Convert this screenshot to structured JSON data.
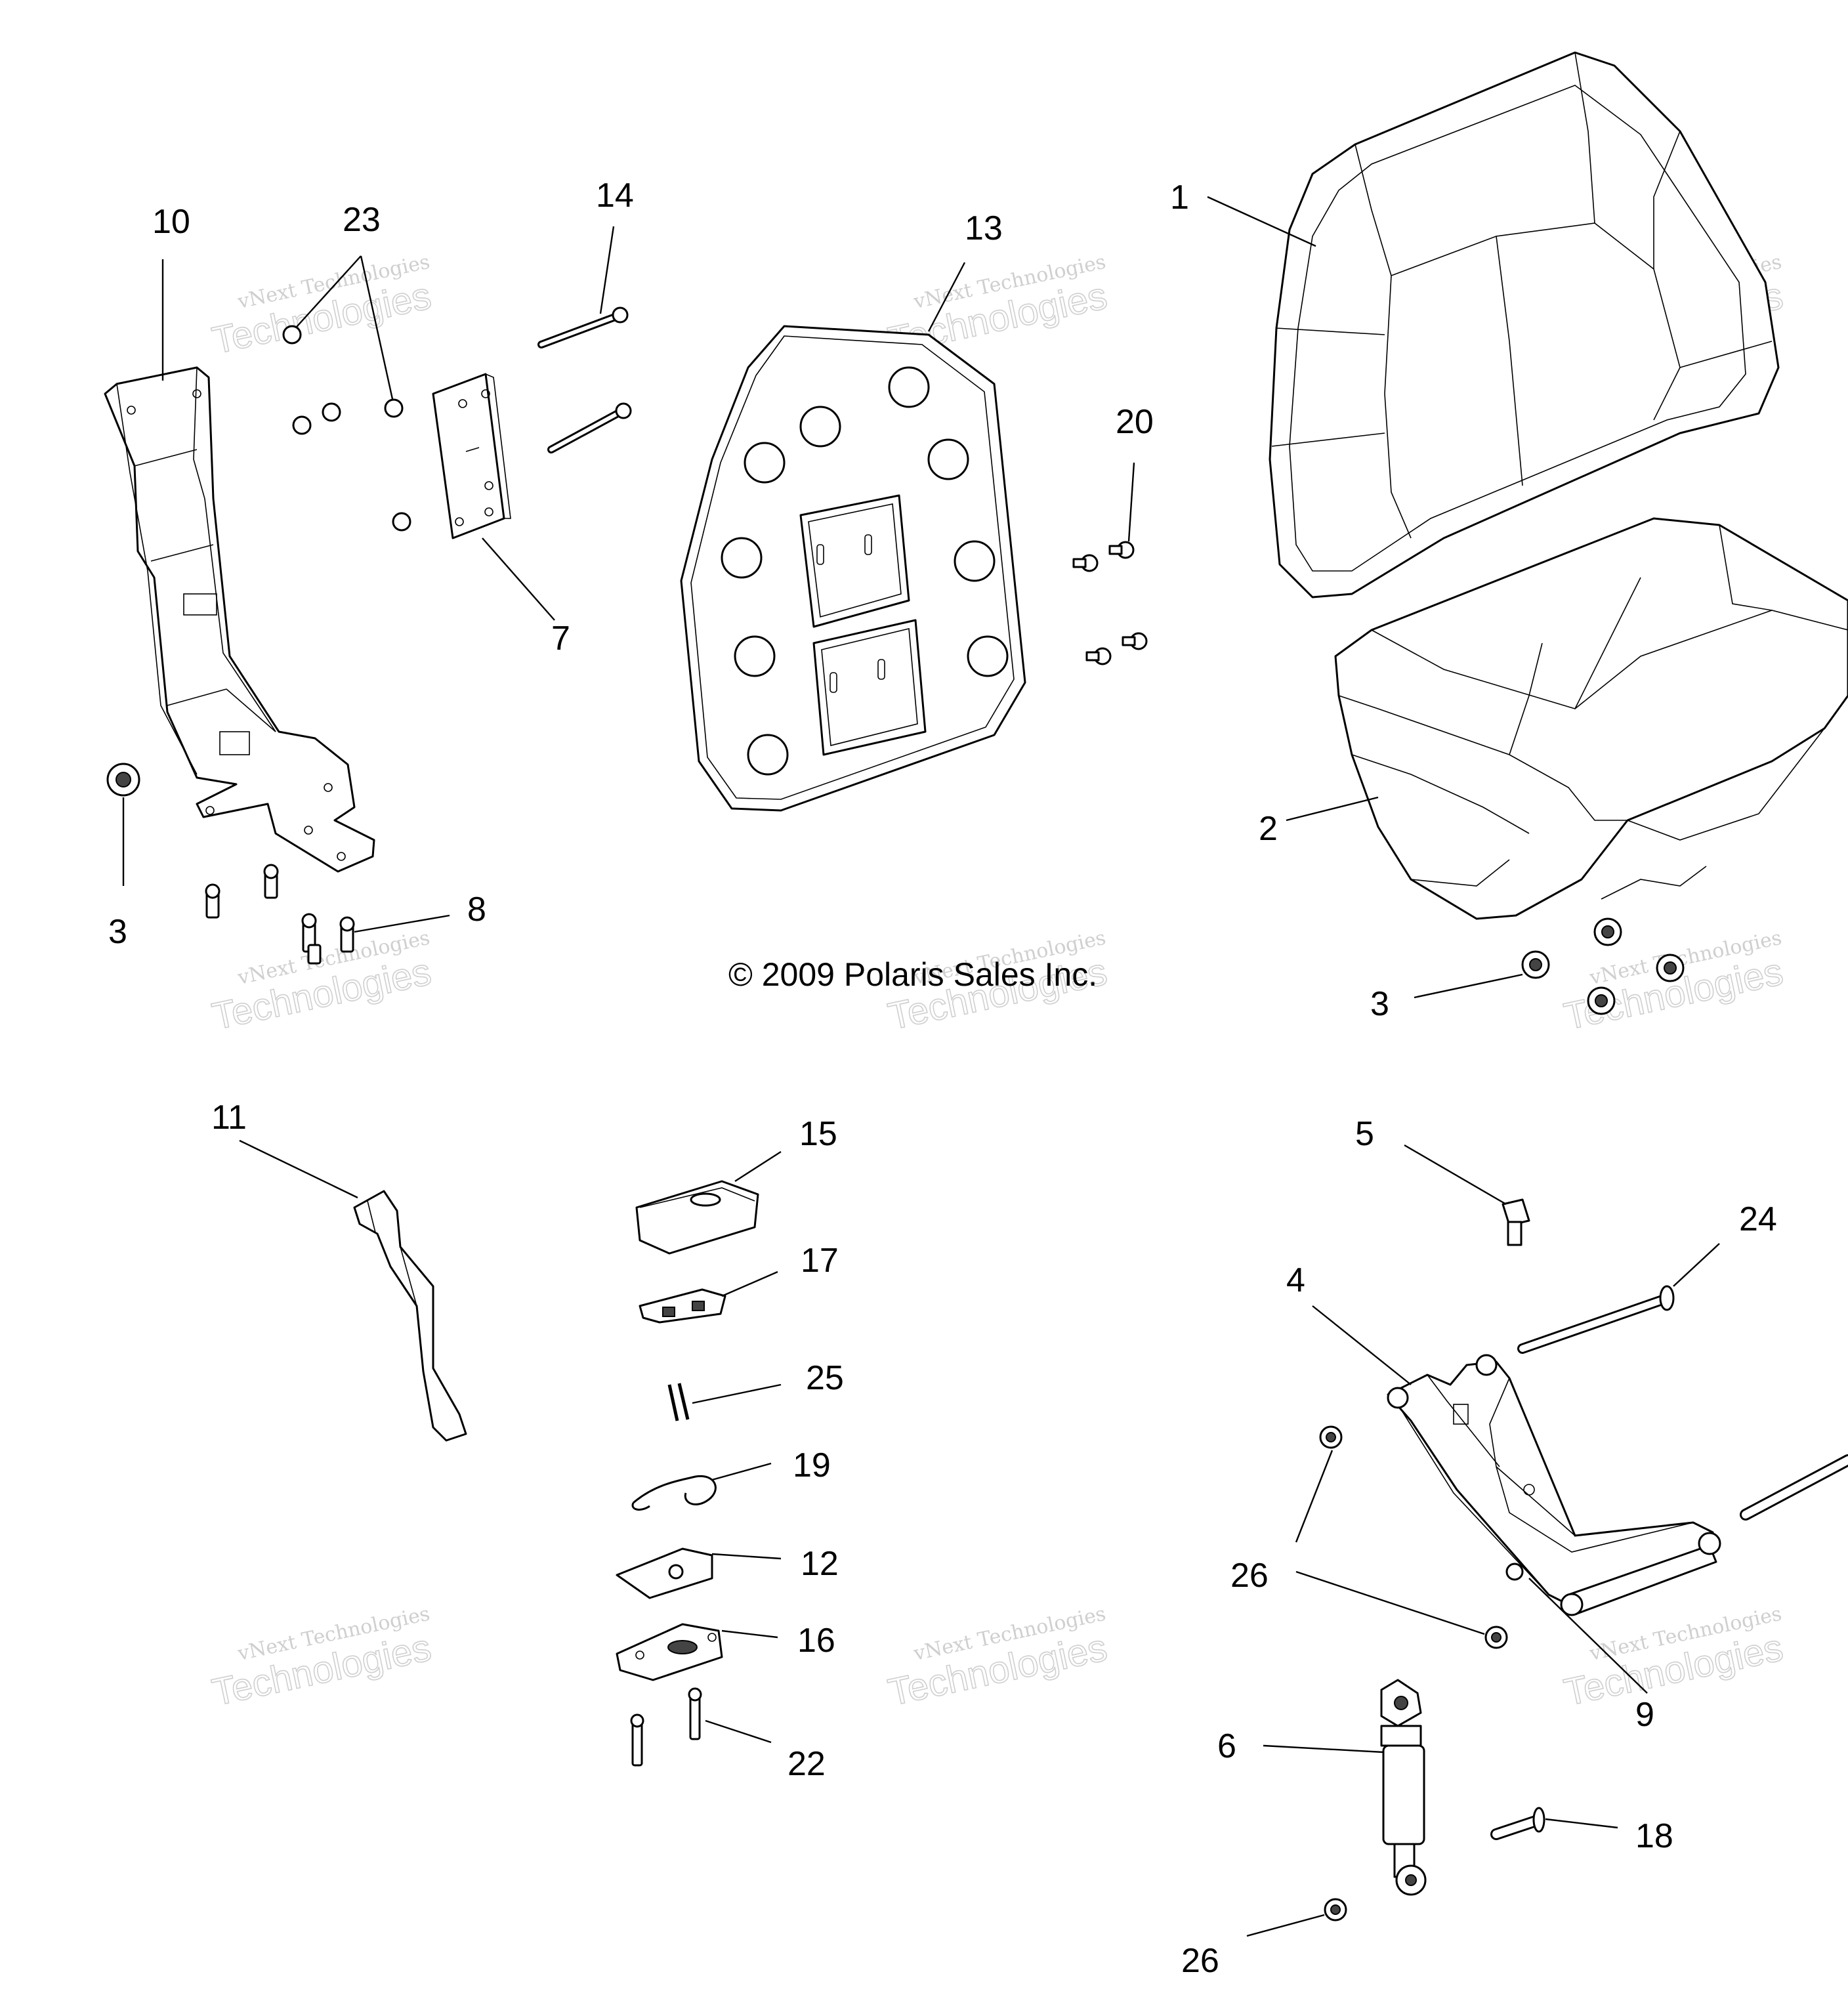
{
  "copyright": "© 2009 Polaris Sales Inc.",
  "watermark": {
    "line1": "vNext Technologies",
    "line2": "Technologies"
  },
  "callouts": [
    "1",
    "2",
    "3",
    "3",
    "4",
    "5",
    "6",
    "7",
    "8",
    "9",
    "10",
    "11",
    "12",
    "13",
    "14",
    "15",
    "16",
    "17",
    "18",
    "19",
    "20",
    "22",
    "23",
    "24",
    "25",
    "26",
    "26"
  ]
}
